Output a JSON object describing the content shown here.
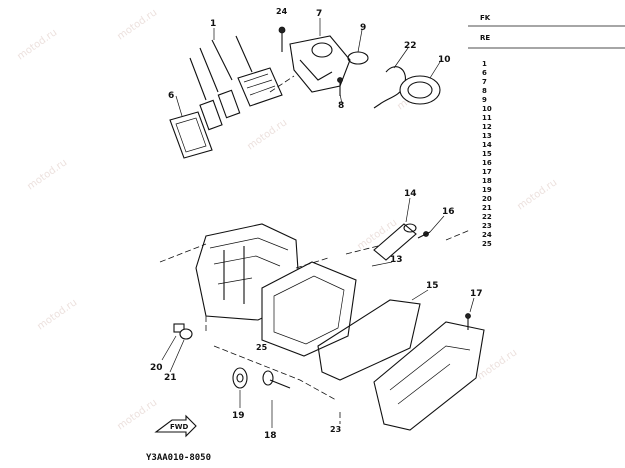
{
  "diagram": {
    "callouts": [
      {
        "id": "c1",
        "text": "1"
      },
      {
        "id": "c24",
        "text": "24"
      },
      {
        "id": "c7",
        "text": "7"
      },
      {
        "id": "c9",
        "text": "9"
      },
      {
        "id": "c22",
        "text": "22"
      },
      {
        "id": "c10",
        "text": "10"
      },
      {
        "id": "c6",
        "text": "6"
      },
      {
        "id": "c8",
        "text": "8"
      },
      {
        "id": "c14",
        "text": "14"
      },
      {
        "id": "c16",
        "text": "16"
      },
      {
        "id": "c13",
        "text": "13"
      },
      {
        "id": "c15",
        "text": "15"
      },
      {
        "id": "c17",
        "text": "17"
      },
      {
        "id": "c25",
        "text": "25"
      },
      {
        "id": "c20",
        "text": "20"
      },
      {
        "id": "c21",
        "text": "21"
      },
      {
        "id": "c19",
        "text": "19"
      },
      {
        "id": "c18",
        "text": "18"
      },
      {
        "id": "c23",
        "text": "23"
      }
    ],
    "front_arrow": "FWD",
    "part_code": "Y3AA010-8050"
  },
  "table": {
    "header1": "FK",
    "header2": "RE",
    "rows": [
      "1",
      "6",
      "7",
      "8",
      "9",
      "10",
      "11",
      "12",
      "13",
      "14",
      "15",
      "16",
      "17",
      "18",
      "19",
      "20",
      "21",
      "22",
      "23",
      "24",
      "25"
    ]
  },
  "watermark": "motod.ru"
}
